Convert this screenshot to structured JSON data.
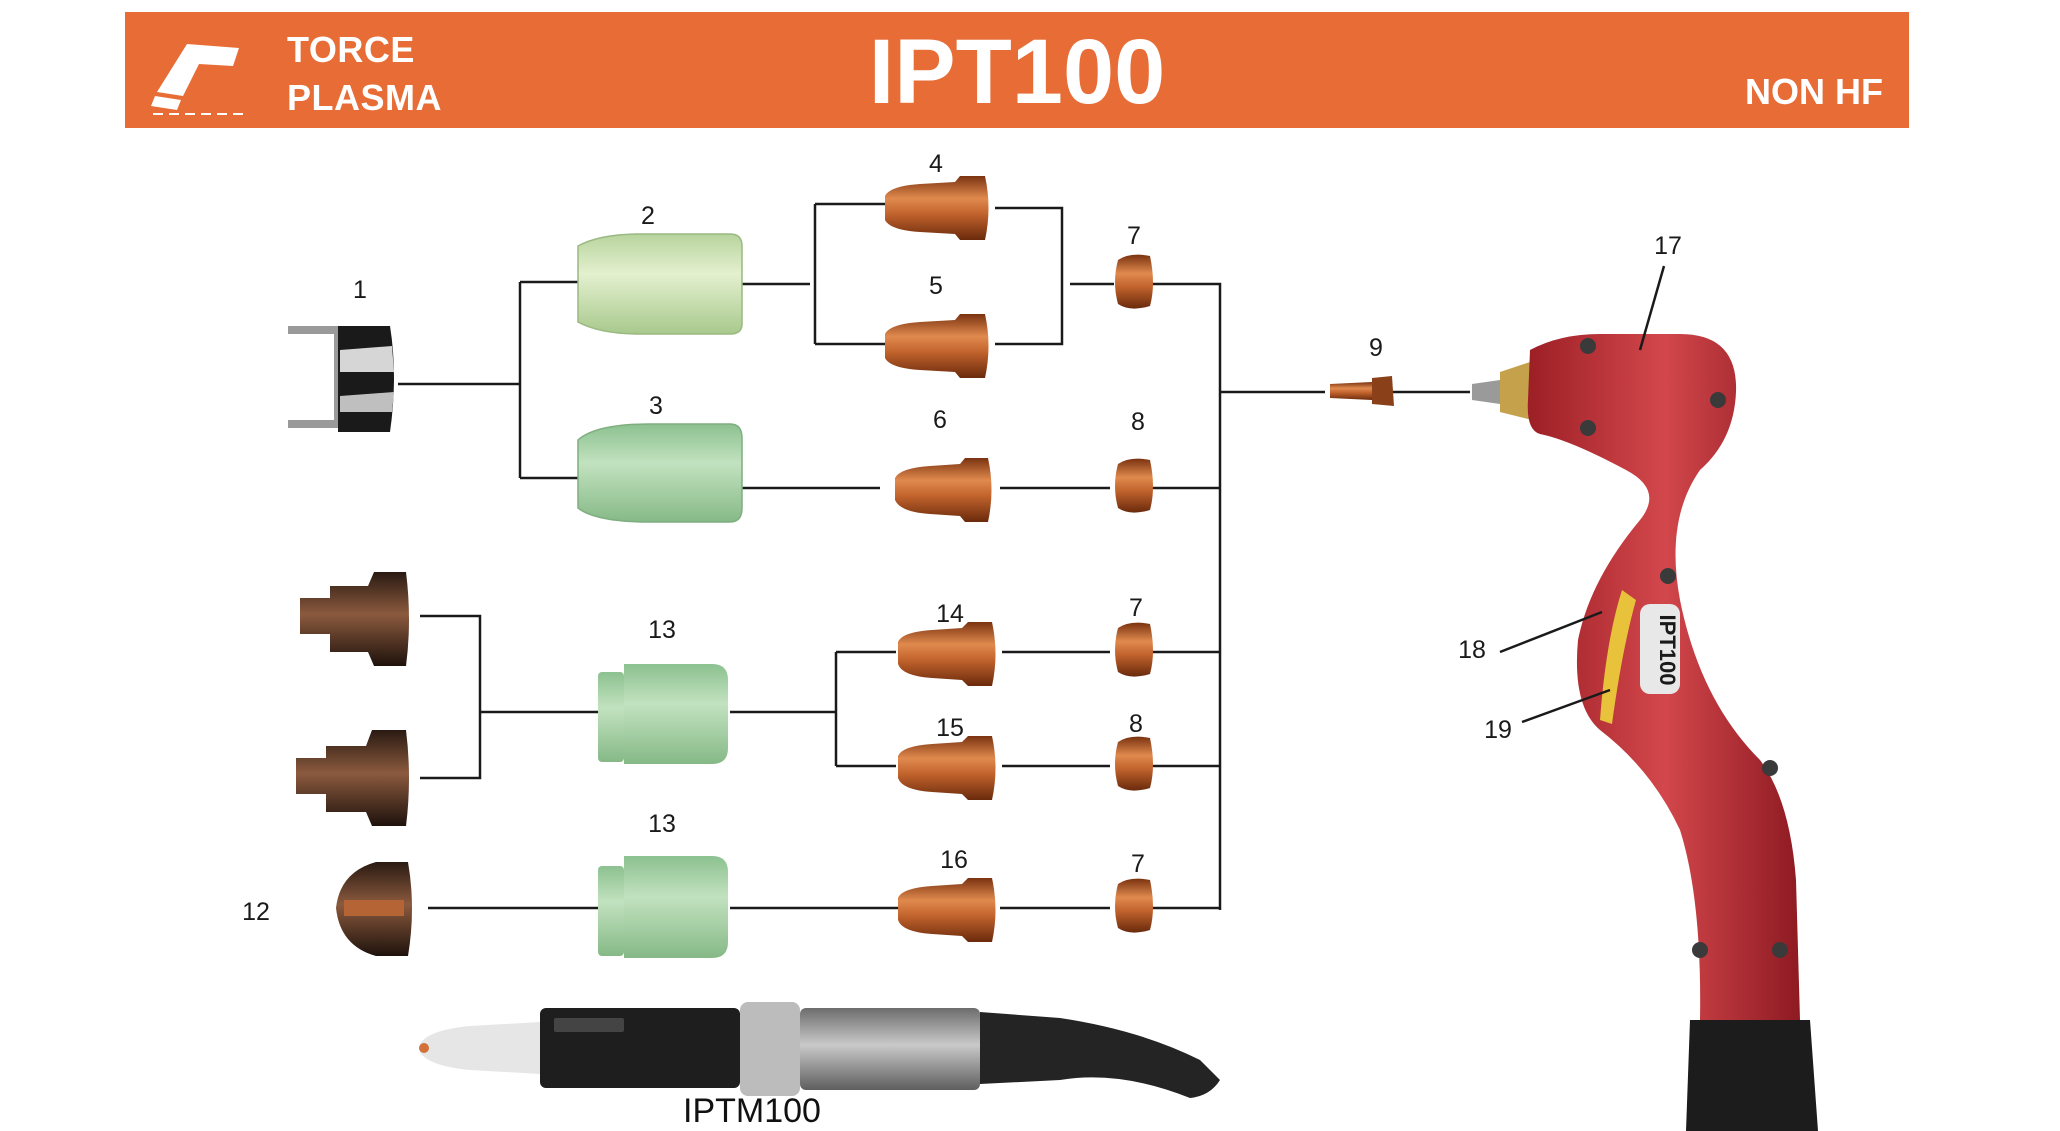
{
  "header": {
    "brand_line1": "TORCE",
    "brand_line2": "PLASMA",
    "title": "IPT100",
    "badge": "NON HF",
    "color": "#e86c35"
  },
  "parts": {
    "p1": "1",
    "p2": "2",
    "p3": "3",
    "p4": "4",
    "p5": "5",
    "p6": "6",
    "p7a": "7",
    "p8a": "8",
    "p9": "9",
    "p13a": "13",
    "p14": "14",
    "p15": "15",
    "p7b": "7",
    "p8b": "8",
    "p12": "12",
    "p13b": "13",
    "p16": "16",
    "p7c": "7",
    "p17": "17",
    "p18": "18",
    "p19": "19"
  },
  "torch": {
    "body_text": "IPT100",
    "body_color": "#c8343a"
  },
  "machine_torch": {
    "label": "IPTM100"
  },
  "colors": {
    "copper": "#b5531f",
    "ceramic_light": "#cfe3b8",
    "ceramic_green": "#a9d3a8",
    "line": "#1a1a1a"
  }
}
